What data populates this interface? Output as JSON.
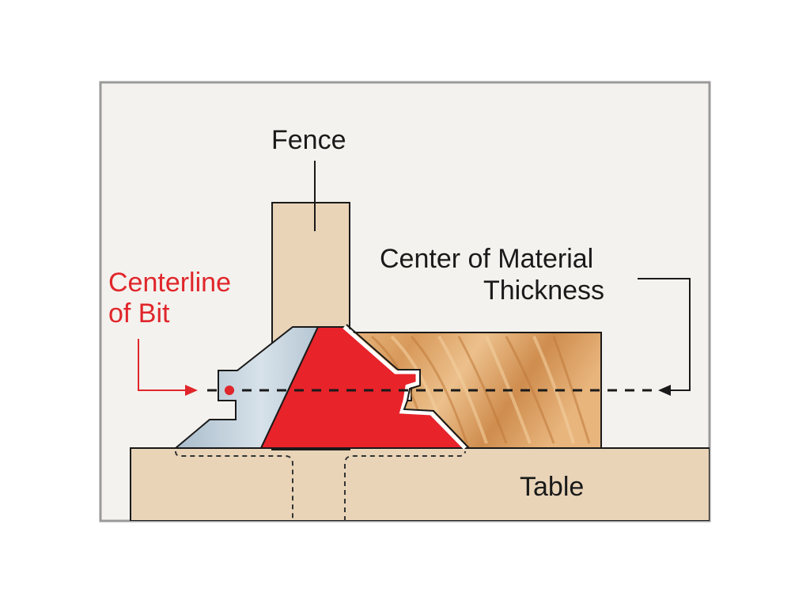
{
  "labels": {
    "fence": "Fence",
    "center_material_line1": "Center of Material",
    "center_material_line2": "Thickness",
    "centerline_line1": "Centerline",
    "centerline_line2": "of Bit",
    "table": "Table"
  },
  "colors": {
    "frame_border": "#9a9a9a",
    "panel_background": "#f4f2ee",
    "wood_tan": "#e9d4b8",
    "wood_grain": "#d9a46a",
    "bit_red": "#e8232a",
    "bit_steel": "#c3d3df",
    "outline": "#1a1a1a",
    "centerline_red": "#e0262b"
  }
}
